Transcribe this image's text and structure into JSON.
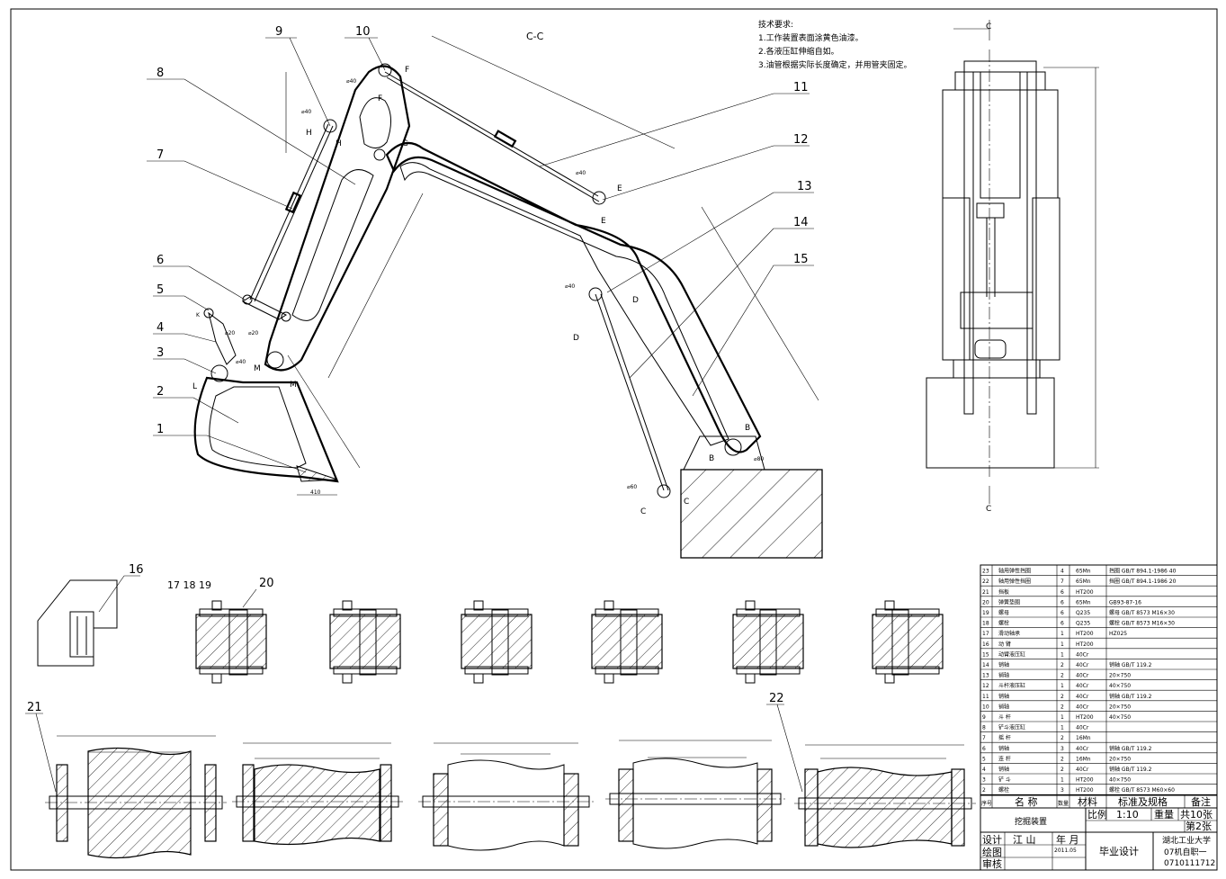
{
  "view_title": "C-C",
  "tech_requirements": {
    "heading": "技术要求:",
    "items": [
      "1.工作装置表面涂黄色油漆。",
      "2.各液压缸伸缩自如。",
      "3.油管根据实际长度确定，并用管夹固定。"
    ]
  },
  "balloons": [
    "1",
    "2",
    "3",
    "4",
    "5",
    "6",
    "7",
    "8",
    "9",
    "10",
    "11",
    "12",
    "13",
    "14",
    "15",
    "16",
    "17 18 19",
    "20",
    "21",
    "22"
  ],
  "joint_letters": {
    "F": "F",
    "G": "G",
    "H": "H",
    "E": "E",
    "D": "D",
    "B": "B",
    "C": "C",
    "M": "M",
    "L": "L",
    "K": "K"
  },
  "dims": {
    "tooth": "410",
    "d40": "⌀40",
    "d20": "⌀20",
    "d80": "⌀80",
    "d60": "⌀60"
  },
  "bom_rows": [
    {
      "no": "23",
      "name": "轴用弹性挡圈",
      "qty": "4",
      "mat": "65Mn",
      "std": "挡圈 GB/T 894.1-1986 40"
    },
    {
      "no": "22",
      "name": "轴用弹性挡圈",
      "qty": "7",
      "mat": "65Mn",
      "std": "挡圈 GB/T 894.1-1986 20"
    },
    {
      "no": "21",
      "name": "挡板",
      "qty": "6",
      "mat": "HT200",
      "std": ""
    },
    {
      "no": "20",
      "name": "弹簧垫圈",
      "qty": "6",
      "mat": "65Mn",
      "std": "GB93-87-16"
    },
    {
      "no": "19",
      "name": "螺母",
      "qty": "6",
      "mat": "Q235",
      "std": "螺母 GB/T 8573 M16×30"
    },
    {
      "no": "18",
      "name": "螺栓",
      "qty": "6",
      "mat": "Q235",
      "std": "螺栓 GB/T 8573 M16×30"
    },
    {
      "no": "17",
      "name": "滑动轴承",
      "qty": "1",
      "mat": "HT200",
      "std": "HZ025"
    },
    {
      "no": "16",
      "name": "动 臂",
      "qty": "1",
      "mat": "HT200",
      "std": ""
    },
    {
      "no": "15",
      "name": "动臂液压缸",
      "qty": "1",
      "mat": "40Cr",
      "std": ""
    },
    {
      "no": "14",
      "name": "销轴",
      "qty": "2",
      "mat": "40Cr",
      "std": "销轴 GB/T 119.2"
    },
    {
      "no": "13",
      "name": "销轴",
      "qty": "2",
      "mat": "40Cr",
      "std": "20×750"
    },
    {
      "no": "12",
      "name": "斗杆液压缸",
      "qty": "1",
      "mat": "40Cr",
      "std": "40×750"
    },
    {
      "no": "11",
      "name": "销轴",
      "qty": "2",
      "mat": "40Cr",
      "std": "销轴 GB/T 119.2"
    },
    {
      "no": "10",
      "name": "销轴",
      "qty": "2",
      "mat": "40Cr",
      "std": "20×750"
    },
    {
      "no": "9",
      "name": "斗 杆",
      "qty": "1",
      "mat": "HT200",
      "std": "40×750"
    },
    {
      "no": "8",
      "name": "铲斗液压缸",
      "qty": "1",
      "mat": "40Cr",
      "std": ""
    },
    {
      "no": "7",
      "name": "摇 杆",
      "qty": "2",
      "mat": "16Mn",
      "std": ""
    },
    {
      "no": "6",
      "name": "销轴",
      "qty": "3",
      "mat": "40Cr",
      "std": "销轴 GB/T 119.2"
    },
    {
      "no": "5",
      "name": "连 杆",
      "qty": "2",
      "mat": "16Mn",
      "std": "20×750"
    },
    {
      "no": "4",
      "name": "销轴",
      "qty": "2",
      "mat": "40Cr",
      "std": "销轴 GB/T 119.2"
    },
    {
      "no": "3",
      "name": "铲 斗",
      "qty": "1",
      "mat": "HT200",
      "std": "40×750"
    },
    {
      "no": "2",
      "name": "螺栓",
      "qty": "3",
      "mat": "HT200",
      "std": "螺栓 GB/T 8573 M60×60"
    }
  ],
  "bom_header": {
    "no": "序号",
    "name": "名 称",
    "qty": "数量",
    "mat": "材料",
    "std": "标准及规格",
    "note": "备注"
  },
  "title_block": {
    "drawing_name": "挖掘装置",
    "scale_label": "比例",
    "scale_value": "1:10",
    "weight_label": "重量",
    "sheets_total": "共10张",
    "sheet_no": "第2张",
    "design_label": "设计",
    "designer": "江 山",
    "date_label": "年 月",
    "date": "2011.05",
    "draw_label": "绘图",
    "check_label": "审核",
    "project": "毕业设计",
    "school": "湖北工业大学",
    "class": "07机自职一",
    "student_id": "0710111712"
  }
}
